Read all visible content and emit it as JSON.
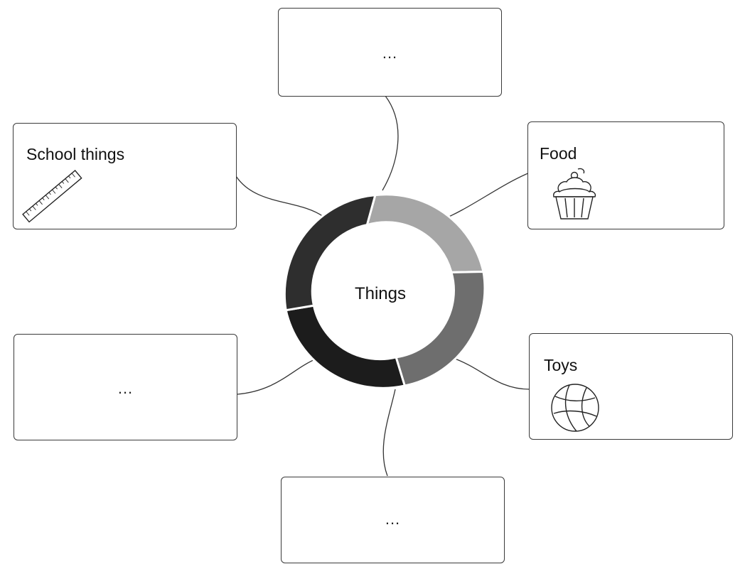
{
  "center": {
    "label": "Things"
  },
  "boxes": {
    "top": {
      "text": "..."
    },
    "school": {
      "label": "School things",
      "icon": "ruler-icon"
    },
    "food": {
      "label": "Food",
      "icon": "cupcake-icon"
    },
    "left_middle": {
      "text": "..."
    },
    "toys": {
      "label": "Toys",
      "icon": "basketball-icon"
    },
    "bottom": {
      "text": "..."
    }
  },
  "ring_colors": [
    "#a6a6a6",
    "#6e6e6e",
    "#1c1c1c",
    "#2e2e2e"
  ]
}
